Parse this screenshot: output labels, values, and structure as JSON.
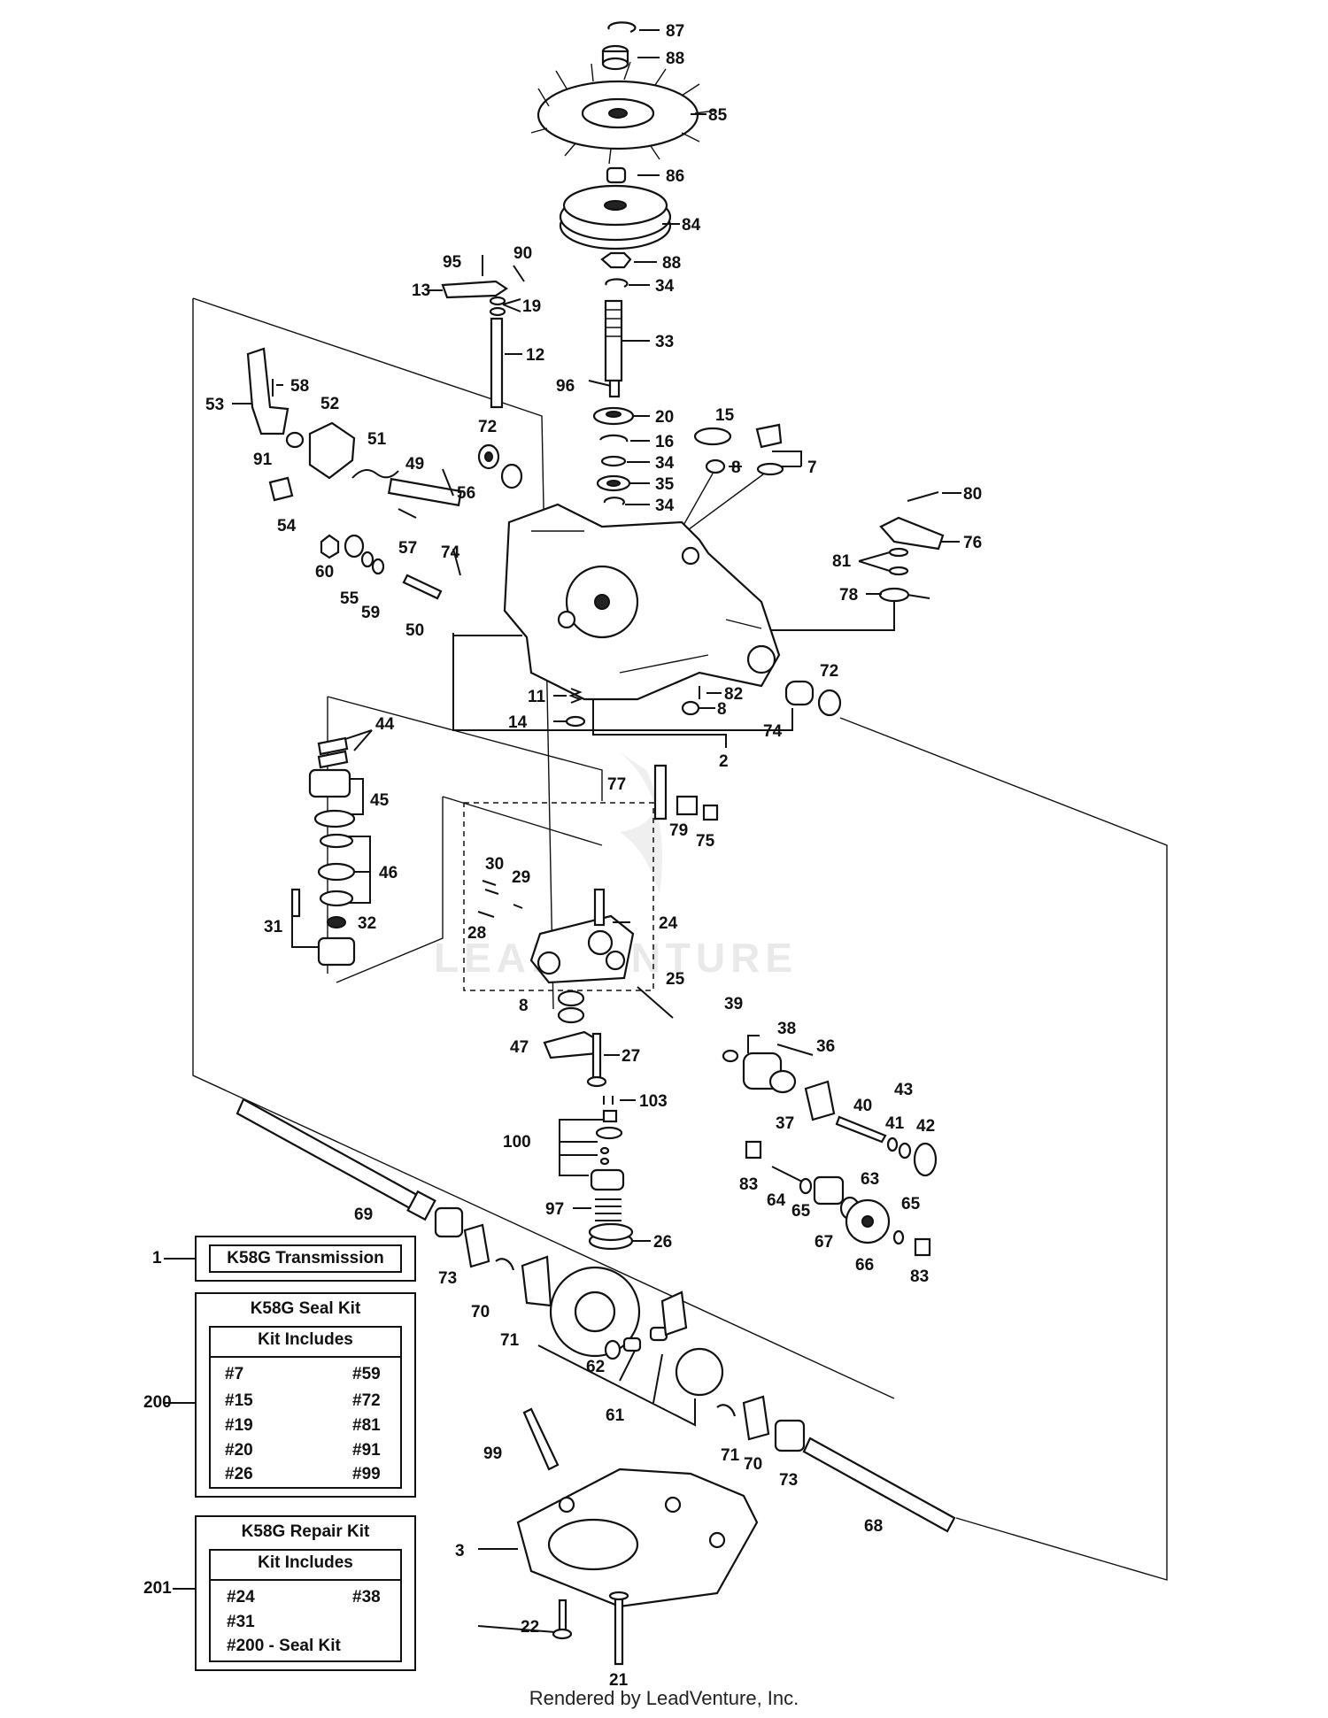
{
  "watermark": "LEADVENTURE",
  "footer": "Rendered by LeadVenture, Inc.",
  "callouts": {
    "c1": "1",
    "c2": "2",
    "c3": "3",
    "c7": "7",
    "c8a": "8",
    "c8b": "8",
    "c8c": "8",
    "c11": "11",
    "c12": "12",
    "c13": "13",
    "c14": "14",
    "c15": "15",
    "c16": "16",
    "c19": "19",
    "c20": "20",
    "c21": "21",
    "c22": "22",
    "c24": "24",
    "c25": "25",
    "c26": "26",
    "c27": "27",
    "c28": "28",
    "c29": "29",
    "c30": "30",
    "c31": "31",
    "c32": "32",
    "c33": "33",
    "c34a": "34",
    "c34b": "34",
    "c34c": "34",
    "c35": "35",
    "c36": "36",
    "c37": "37",
    "c38": "38",
    "c39": "39",
    "c40": "40",
    "c41": "41",
    "c42": "42",
    "c43": "43",
    "c44": "44",
    "c45": "45",
    "c46": "46",
    "c47": "47",
    "c49": "49",
    "c50": "50",
    "c51": "51",
    "c52": "52",
    "c53": "53",
    "c54": "54",
    "c55": "55",
    "c56": "56",
    "c57": "57",
    "c58": "58",
    "c59": "59",
    "c60": "60",
    "c61": "61",
    "c62": "62",
    "c63": "63",
    "c64": "64",
    "c65a": "65",
    "c65b": "65",
    "c66": "66",
    "c67": "67",
    "c68": "68",
    "c69": "69",
    "c70a": "70",
    "c70b": "70",
    "c71a": "71",
    "c71b": "71",
    "c72a": "72",
    "c72b": "72",
    "c73a": "73",
    "c73b": "73",
    "c74a": "74",
    "c74b": "74",
    "c75": "75",
    "c76": "76",
    "c77": "77",
    "c78": "78",
    "c79": "79",
    "c80": "80",
    "c81": "81",
    "c82": "82",
    "c83a": "83",
    "c83b": "83",
    "c84": "84",
    "c85": "85",
    "c86": "86",
    "c87": "87",
    "c88a": "88",
    "c88b": "88",
    "c90": "90",
    "c91": "91",
    "c95": "95",
    "c96": "96",
    "c97": "97",
    "c99": "99",
    "c100": "100",
    "c103": "103",
    "c200": "200",
    "c201": "201"
  },
  "transmission_box": {
    "ref": "1",
    "title": "K58G Transmission"
  },
  "seal_kit": {
    "ref": "200",
    "title": "K58G Seal Kit",
    "subtitle": "Kit Includes",
    "left": [
      "#7",
      "#15",
      "#19",
      "#20",
      "#26"
    ],
    "right": [
      "#59",
      "#72",
      "#81",
      "#91",
      "#99"
    ]
  },
  "repair_kit": {
    "ref": "201",
    "title": "K58G Repair Kit",
    "subtitle": "Kit Includes",
    "left": [
      "#24",
      "#31",
      "#200 - Seal Kit"
    ],
    "right": [
      "#38"
    ]
  }
}
